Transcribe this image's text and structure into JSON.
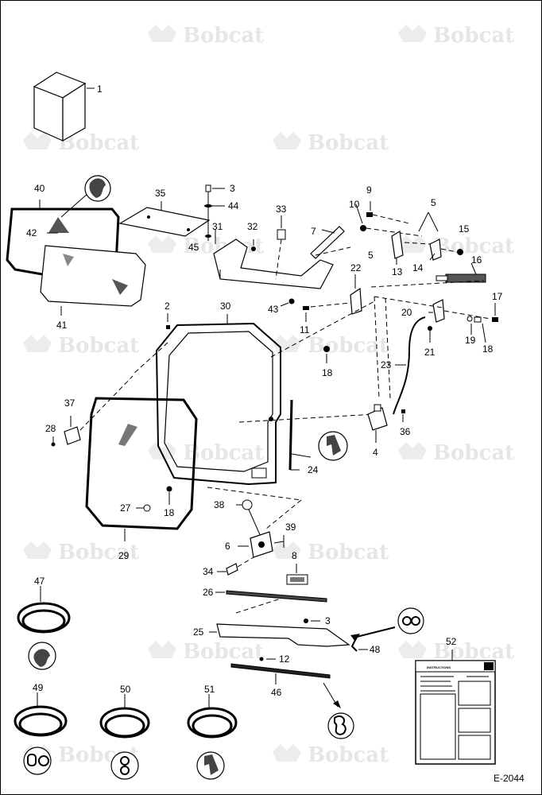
{
  "watermark_text": "Bobcat",
  "drawing_code": "E-2044",
  "callouts": [
    {
      "id": "c1",
      "text": "1"
    },
    {
      "id": "c2",
      "text": "2"
    },
    {
      "id": "c3a",
      "text": "3"
    },
    {
      "id": "c3b",
      "text": "3"
    },
    {
      "id": "c4",
      "text": "4"
    },
    {
      "id": "c5a",
      "text": "5"
    },
    {
      "id": "c5b",
      "text": "5"
    },
    {
      "id": "c6",
      "text": "6"
    },
    {
      "id": "c7",
      "text": "7"
    },
    {
      "id": "c8",
      "text": "8"
    },
    {
      "id": "c9",
      "text": "9"
    },
    {
      "id": "c10",
      "text": "10"
    },
    {
      "id": "c11",
      "text": "11"
    },
    {
      "id": "c12",
      "text": "12"
    },
    {
      "id": "c13",
      "text": "13"
    },
    {
      "id": "c14",
      "text": "14"
    },
    {
      "id": "c15",
      "text": "15"
    },
    {
      "id": "c16",
      "text": "16"
    },
    {
      "id": "c17",
      "text": "17"
    },
    {
      "id": "c18a",
      "text": "18"
    },
    {
      "id": "c18b",
      "text": "18"
    },
    {
      "id": "c18c",
      "text": "18"
    },
    {
      "id": "c19",
      "text": "19"
    },
    {
      "id": "c20",
      "text": "20"
    },
    {
      "id": "c21",
      "text": "21"
    },
    {
      "id": "c22",
      "text": "22"
    },
    {
      "id": "c23",
      "text": "23"
    },
    {
      "id": "c24",
      "text": "24"
    },
    {
      "id": "c25",
      "text": "25"
    },
    {
      "id": "c26",
      "text": "26"
    },
    {
      "id": "c27",
      "text": "27"
    },
    {
      "id": "c28",
      "text": "28"
    },
    {
      "id": "c29",
      "text": "29"
    },
    {
      "id": "c30",
      "text": "30"
    },
    {
      "id": "c31",
      "text": "31"
    },
    {
      "id": "c32",
      "text": "32"
    },
    {
      "id": "c33",
      "text": "33"
    },
    {
      "id": "c34",
      "text": "34"
    },
    {
      "id": "c35",
      "text": "35"
    },
    {
      "id": "c36",
      "text": "36"
    },
    {
      "id": "c37",
      "text": "37"
    },
    {
      "id": "c38",
      "text": "38"
    },
    {
      "id": "c39",
      "text": "39"
    },
    {
      "id": "c40",
      "text": "40"
    },
    {
      "id": "c41",
      "text": "41"
    },
    {
      "id": "c42",
      "text": "42"
    },
    {
      "id": "c43",
      "text": "43"
    },
    {
      "id": "c44",
      "text": "44"
    },
    {
      "id": "c45",
      "text": "45"
    },
    {
      "id": "c46",
      "text": "46"
    },
    {
      "id": "c47",
      "text": "47"
    },
    {
      "id": "c48",
      "text": "48"
    },
    {
      "id": "c49",
      "text": "49"
    },
    {
      "id": "c50",
      "text": "50"
    },
    {
      "id": "c51",
      "text": "51"
    },
    {
      "id": "c52",
      "text": "52"
    }
  ],
  "instruction_sheet": {
    "heading": "INSTRUCTIONS"
  }
}
